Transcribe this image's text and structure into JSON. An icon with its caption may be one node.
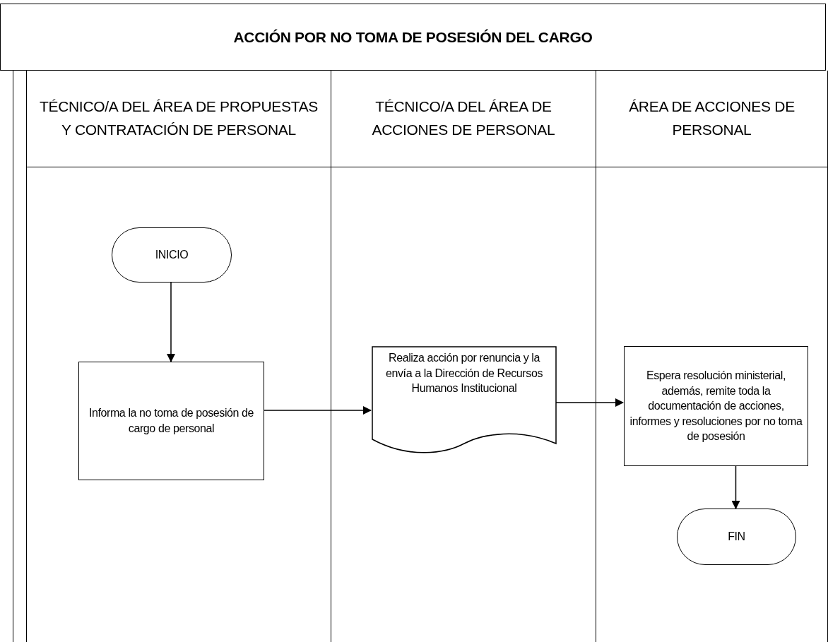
{
  "diagram": {
    "title": "ACCIÓN POR NO TOMA DE POSESIÓN DEL CARGO",
    "nodes": [
      {
        "text": [
          "TÉCNICO/A DEL ÁREA DE PROPUESTAS Y CONTRATACIÓN DE PERSONAL"
        ]
      },
      {
        "text": [
          "TÉCNICO/A DEL ÁREA DE ACCIONES DE PERSONAL"
        ]
      },
      {
        "text": [
          "ÁREA DE ACCIONES DE PERSONAL"
        ]
      },
      {
        "text": [
          "INICIO"
        ],
        "in": 0
      },
      {
        "text": [
          "Informa la no toma de posesión de cargo de personal"
        ],
        "in": 0
      },
      {
        "text": [
          "Realiza acción por renuncia y la envía a la Dirección de Recursos Humanos Institucional"
        ],
        "in": 1
      },
      {
        "text": [
          "Espera resolución ministerial, además, remite toda la documentación de acciones, informes y resoluciones por no toma de posesión"
        ],
        "in": 2
      },
      {
        "text": [
          "FIN"
        ],
        "in": 2
      }
    ],
    "edges": [
      {
        "from": 3,
        "to": 4,
        "arrow": "to"
      },
      {
        "from": 4,
        "to": 5,
        "arrow": "to"
      },
      {
        "from": 5,
        "to": 6,
        "arrow": "to"
      },
      {
        "from": 6,
        "to": 7,
        "arrow": "to"
      }
    ]
  }
}
